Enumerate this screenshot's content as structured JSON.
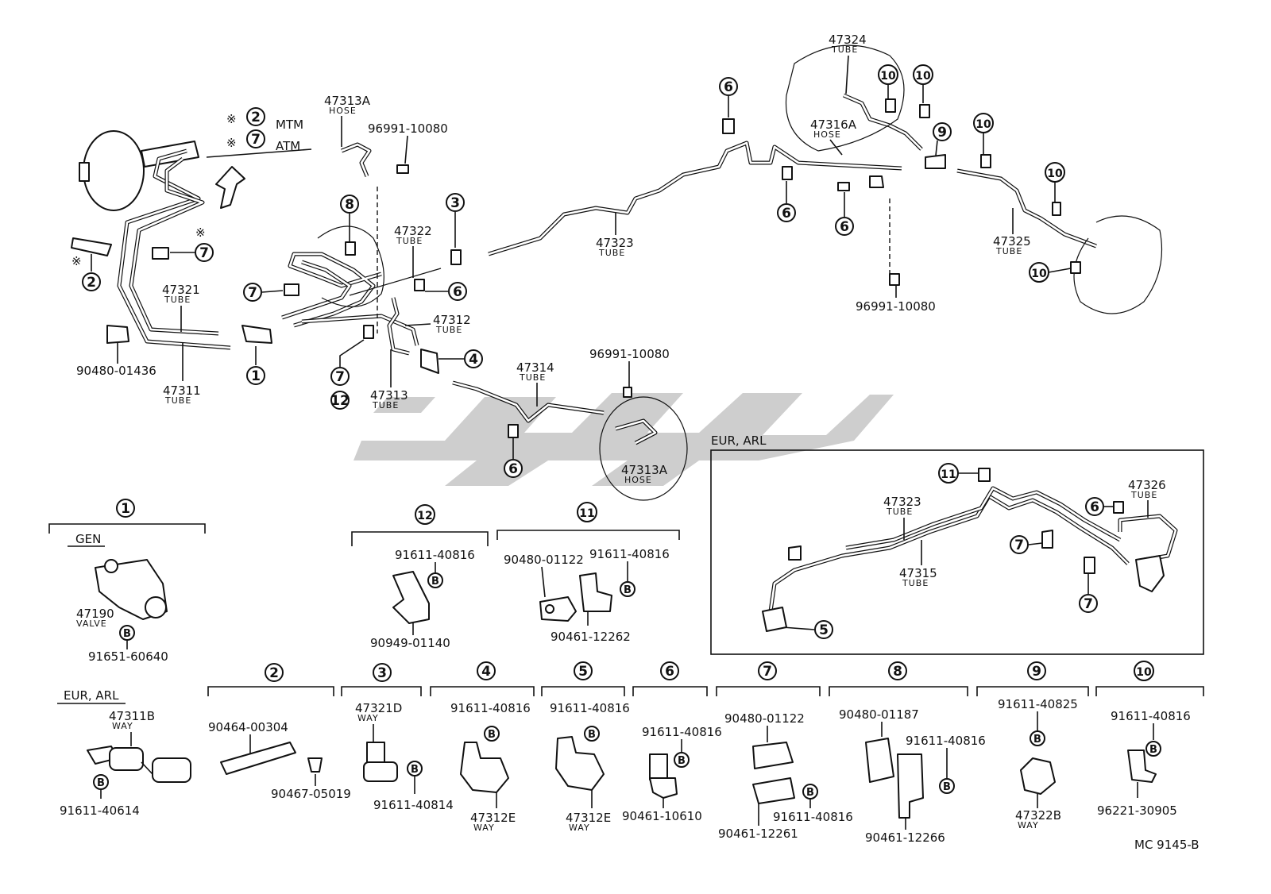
{
  "callouts": [
    "1",
    "2",
    "3",
    "4",
    "5",
    "6",
    "7",
    "8",
    "9",
    "10",
    "11",
    "12"
  ],
  "bolt_mark": "B",
  "asterisk": "※",
  "legend": {
    "mtm": "MTM",
    "atm": "ATM"
  },
  "subtexts": {
    "tube": "TUBE",
    "hose": "HOSE",
    "way": "WAY",
    "valve": "VALVE"
  },
  "region_labels": {
    "gen": "GEN",
    "eur_arl": "EUR, ARL"
  },
  "main_parts": {
    "p47313a": "47313A",
    "p96991_1": "96991-10080",
    "p96991_2": "96991-10080",
    "p96991_3": "96991-10080",
    "p47322": "47322",
    "p47321": "47321",
    "p47311": "47311",
    "p90480_01436": "90480-01436",
    "p47312": "47312",
    "p47313": "47313",
    "p47314": "47314",
    "p47313a_2": "47313A",
    "p47323": "47323",
    "p47324": "47324",
    "p47316a": "47316A",
    "p47325": "47325",
    "p47323_eur": "47323",
    "p47315": "47315",
    "p47326": "47326"
  },
  "detail_parts": {
    "d1_valve": "47190",
    "d1_bolt": "91651-60640",
    "d1_way": "47311B",
    "d1_bolt2": "91611-40614",
    "d2_a": "90464-00304",
    "d2_b": "90467-05019",
    "d3_way": "47321D",
    "d3_bolt": "91611-40814",
    "d4_bolt": "91611-40816",
    "d4_way": "47312E",
    "d5_bolt": "91611-40816",
    "d5_way": "47312E",
    "d6_bolt": "91611-40816",
    "d6_clamp": "90461-10610",
    "d7_a": "90480-01122",
    "d7_bolt": "91611-40816",
    "d7_b": "90461-12261",
    "d8_a": "90480-01187",
    "d8_bolt": "91611-40816",
    "d8_b": "90461-12266",
    "d9_bolt": "91611-40825",
    "d9_way": "47322B",
    "d10_bolt": "91611-40816",
    "d10_clamp": "96221-30905",
    "d11_a": "90480-01122",
    "d11_bolt": "91611-40816",
    "d11_b": "90461-12262",
    "d12_bolt": "91611-40816",
    "d12_clamp": "90949-01140"
  },
  "footer_code": "MC 9145-B"
}
